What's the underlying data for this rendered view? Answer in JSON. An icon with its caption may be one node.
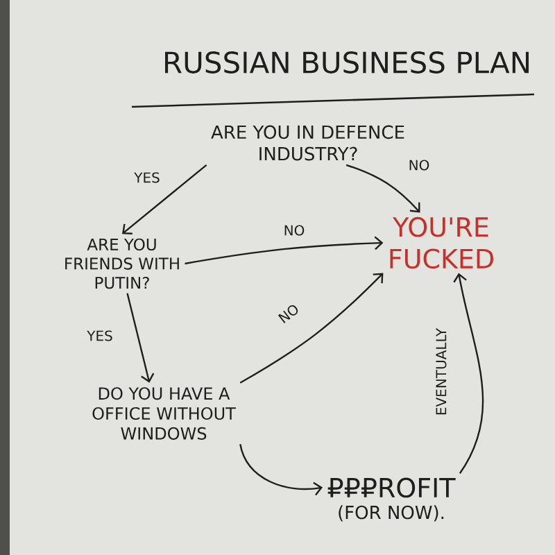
{
  "diagram": {
    "title": "RUSSIAN BUSINESS PLAN",
    "nodes": [
      {
        "text": [
          "ARE YOU IN DEFENCE INDUSTRY?"
        ]
      },
      {
        "text": [
          "ARE YOU FRIENDS WITH PUTIN?"
        ]
      },
      {
        "text": [
          "YOU'RE FUCKED"
        ]
      },
      {
        "text": [
          "DO YOU HAVE A OFFICE WITHOUT WINDOWS"
        ]
      },
      {
        "text": [
          "₽₽₽ROFIT",
          "(FOR NOW)."
        ]
      }
    ],
    "edges": [
      {
        "from": 0,
        "to": 1,
        "arrow": "to",
        "label": "YES"
      },
      {
        "from": 0,
        "to": 2,
        "arrow": "to",
        "label": "NO"
      },
      {
        "from": 1,
        "to": 2,
        "arrow": "to",
        "label": "NO"
      },
      {
        "from": 1,
        "to": 3,
        "arrow": "to",
        "label": "YES"
      },
      {
        "from": 3,
        "to": 2,
        "arrow": "to",
        "label": "NO"
      },
      {
        "from": 3,
        "to": 4,
        "arrow": "to"
      },
      {
        "from": 4,
        "to": 2,
        "arrow": "to",
        "label": "EVENTUALLY"
      }
    ]
  }
}
